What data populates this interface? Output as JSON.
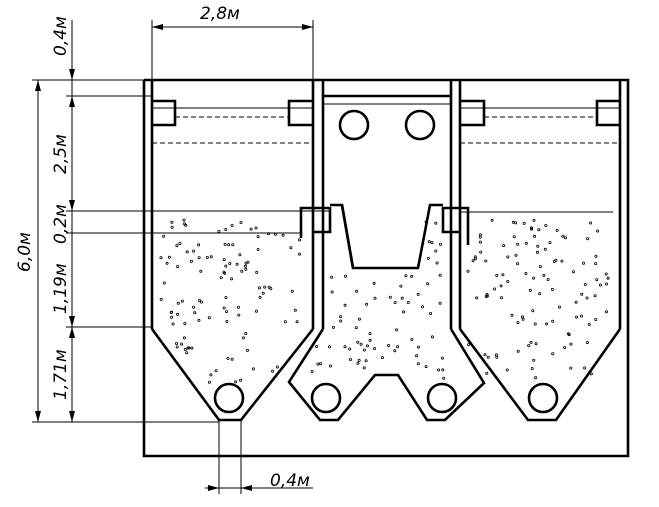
{
  "dimensions": {
    "top_width": "2,8м",
    "top_offset": "0,4м",
    "total_height": "6,0м",
    "layer_upper": "2,5м",
    "layer_thin": "0,2м",
    "layer_media": "1,19м",
    "layer_cone": "1,71м",
    "bottom_width": "0,4м"
  }
}
